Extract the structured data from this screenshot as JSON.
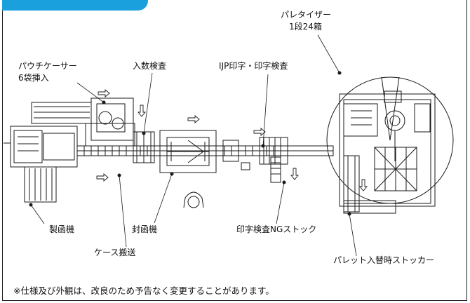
{
  "labels": {
    "palletizer": "パレタイザー",
    "palletizer_sub": "1段24箱",
    "pouch_caser": "パウチケーサー",
    "pouch_caser_sub": "6袋挿入",
    "count_check": "入数検査",
    "ijp_print": "IJP印字・印字検査",
    "case_former": "製函機",
    "case_sealer": "封函機",
    "case_conveyor": "ケース搬送",
    "print_ng_stock": "印字検査NGストック",
    "pallet_stocker": "パレット入替時ストッカー"
  },
  "footnote": "※仕様及び外観は、改良のため予告なく変更することがあります。",
  "colors": {
    "accent": "#1aa0dc",
    "line": "#1a1a1a"
  }
}
